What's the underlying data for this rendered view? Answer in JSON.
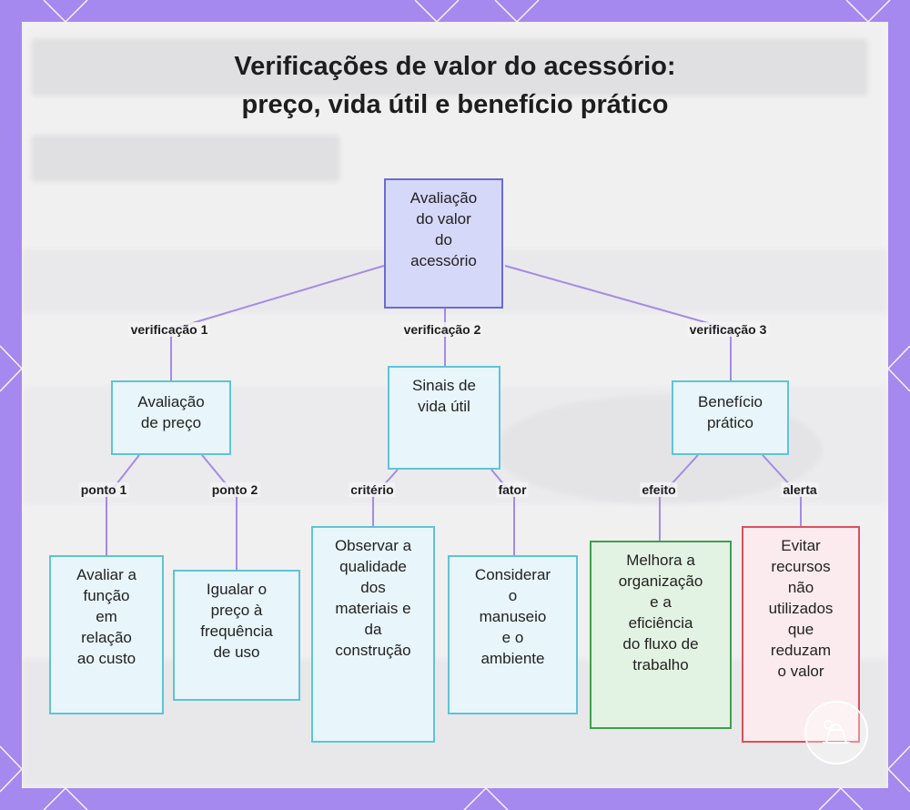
{
  "title": {
    "line1": "Verificações de valor do acessório:",
    "line2": "preço, vida útil e benefício prático"
  },
  "nodes": {
    "root": [
      "Avaliação",
      "do valor",
      "do",
      "acessório"
    ],
    "price": [
      "Avaliação",
      "de preço"
    ],
    "life": [
      "Sinais de",
      "vida útil"
    ],
    "benefit": [
      "Benefício",
      "prático"
    ],
    "function_cost": [
      "Avaliar a",
      "função",
      "em",
      "relação",
      "ao custo"
    ],
    "price_usage": [
      "Igualar o",
      "preço à",
      "frequência",
      "de uso"
    ],
    "materials": [
      "Observar a",
      "qualidade",
      "dos",
      "materiais e",
      "da",
      "construção"
    ],
    "handling": [
      "Considerar",
      "o",
      "manuseio",
      "e o",
      "ambiente"
    ],
    "organization": [
      "Melhora a",
      "organização",
      "e a",
      "eficiência",
      "do fluxo de",
      "trabalho"
    ],
    "avoid": [
      "Evitar",
      "recursos",
      "não",
      "utilizados",
      "que",
      "reduzam",
      "o valor"
    ]
  },
  "edges": {
    "check1": "verificação 1",
    "check2": "verificação 2",
    "check3": "verificação 3",
    "point1": "ponto 1",
    "point2": "ponto 2",
    "criterion": "critério",
    "factor": "fator",
    "effect": "efeito",
    "alert": "alerta"
  },
  "colors": {
    "frame": "#a589ef",
    "connector": "#a58ae6",
    "default_node_border": "#5ec4d8",
    "root_node_border": "#6b6bd1",
    "green_node_border": "#3ea14a",
    "red_node_border": "#d8505e"
  }
}
